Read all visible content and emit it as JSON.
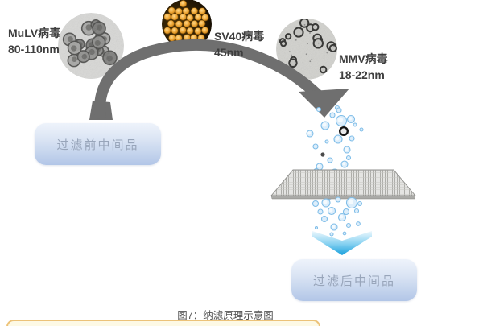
{
  "figure_caption": "图7：纳滤原理示意图",
  "viruses": [
    {
      "name": "MuLV病毒",
      "size": "80-110nm",
      "image": "mulv-tem-micrograph"
    },
    {
      "name": "SV40病毒",
      "size": "45nm",
      "image": "sv40-gold-micrograph"
    },
    {
      "name": "MMV病毒",
      "size": "18-22nm",
      "image": "mmv-tem-micrograph"
    }
  ],
  "process": {
    "before_label": "过滤前中间品",
    "after_label": "过滤后中间品"
  },
  "colors": {
    "flow_arrow_gray": "#6f6f6f",
    "filter_arrow_blue": "#18a0dd",
    "bubble_fill": "#ddeefb",
    "bubble_stroke": "#7fbde8",
    "box_text": "#98a5ba",
    "caption_text": "#545454",
    "bottom_bar_border": "#ecc278",
    "bottom_bar_fill": "#fdf9e5"
  }
}
